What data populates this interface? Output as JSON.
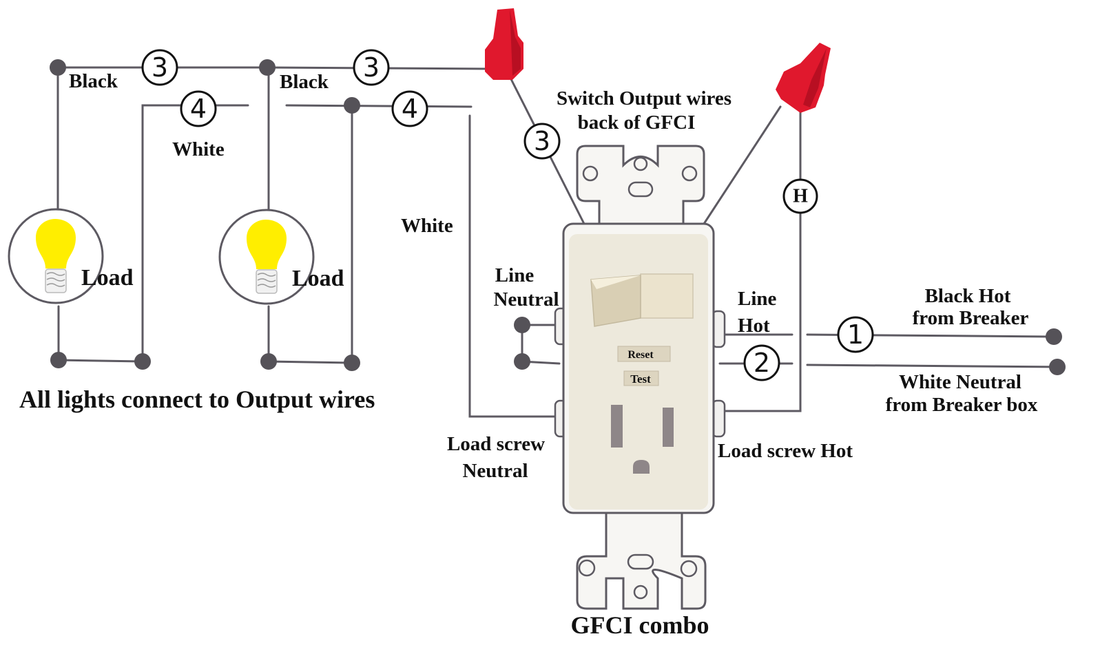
{
  "title": "GFCI combo",
  "caption_left": "All lights connect to Output wires",
  "labels": {
    "black_1": "Black",
    "black_2": "Black",
    "white_1": "White",
    "white_2": "White",
    "load_1": "Load",
    "load_2": "Load",
    "switch_output_line1": "Switch Output wires",
    "switch_output_line2": "back of GFCI",
    "line_neutral_line1": "Line",
    "line_neutral_line2": "Neutral",
    "line_hot_line1": "Line",
    "line_hot_line2": "Hot",
    "load_screw_neutral_line1": "Load screw",
    "load_screw_neutral_line2": "Neutral",
    "load_screw_hot": "Load screw Hot",
    "black_hot_line1": "Black Hot",
    "black_hot_line2": "from Breaker",
    "white_neutral_line1": "White Neutral",
    "white_neutral_line2": "from Breaker box"
  },
  "device": {
    "reset_label": "Reset",
    "test_label": "Test"
  },
  "badges": {
    "black_run_1": "3",
    "black_run_2": "3",
    "white_run_1": "4",
    "white_run_2": "4",
    "switch_output": "3",
    "hot": "H",
    "line_hot": "1",
    "line_neutral": "2"
  },
  "colors": {
    "wire": "#5d5a62",
    "bulb": "#ffee00",
    "wire_nut": "#e0182d",
    "device_body": "#ede9dc",
    "switch_rocker": "#d9cfb4",
    "slot": "#8e8688"
  }
}
